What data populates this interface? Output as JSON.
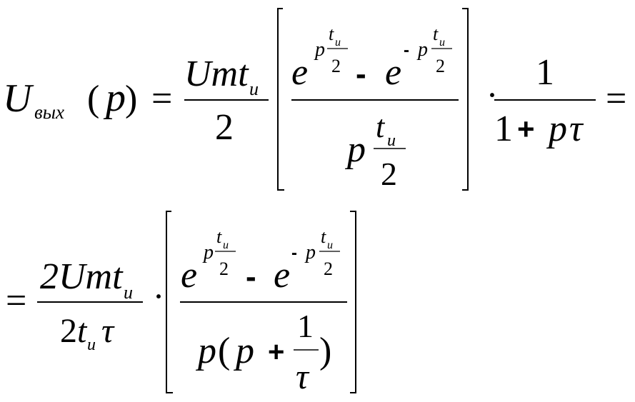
{
  "formula": {
    "line1": {
      "lhs": {
        "func": "U",
        "sub": "вых",
        "lparen": "(",
        "arg": "p",
        "rparen": ")",
        "equals": "="
      },
      "coef": {
        "num_main": "Umt",
        "num_sub": "и",
        "den": "2"
      },
      "bracket_fraction": {
        "base_e": "e",
        "exp_p": "p",
        "exp_t": "t",
        "exp_sub": "и",
        "exp_den": "2",
        "minus": "-",
        "neg_sign": "-",
        "den_p": "p",
        "den_t": "t",
        "den_sub": "и",
        "den_den": "2"
      },
      "dot": "·",
      "transfer": {
        "num": "1",
        "den_one": "1",
        "den_plus": "+",
        "den_p": "p",
        "den_tau": "τ"
      },
      "trailing_equals": "="
    },
    "line2": {
      "equals": "=",
      "coef": {
        "num_main": "2Umt",
        "num_sub": "и",
        "den_two": "2",
        "den_t": "t",
        "den_sub": "и",
        "den_tau": "τ"
      },
      "dot": "·",
      "bracket_fraction": {
        "base_e": "e",
        "exp_p": "p",
        "exp_t": "t",
        "exp_sub": "и",
        "exp_den": "2",
        "minus": "-",
        "neg_sign": "-",
        "den_p1": "p",
        "den_lparen": "(",
        "den_p2": "p",
        "den_plus": "+",
        "den_one": "1",
        "den_tau": "τ",
        "den_rparen": ")"
      }
    }
  }
}
